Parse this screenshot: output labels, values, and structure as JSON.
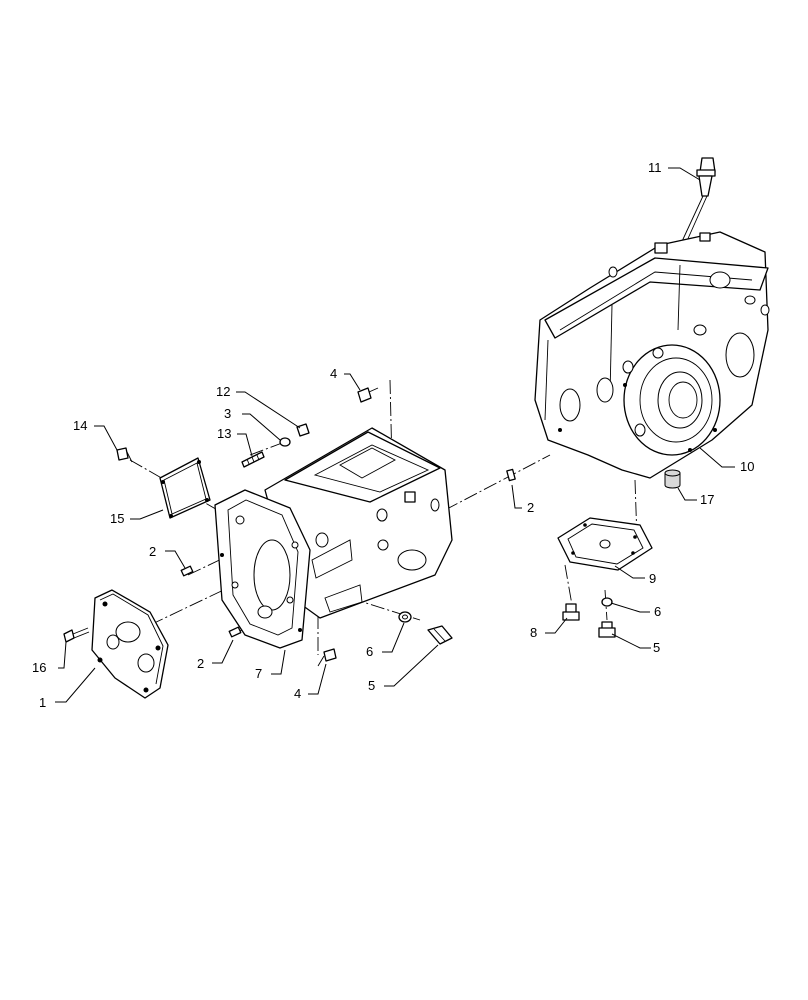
{
  "callouts": {
    "c1": "1",
    "c2a": "2",
    "c2b": "2",
    "c2c": "2",
    "c3": "3",
    "c4a": "4",
    "c4b": "4",
    "c5a": "5",
    "c5b": "5",
    "c6a": "6",
    "c6b": "6",
    "c7": "7",
    "c8": "8",
    "c9": "9",
    "c10": "10",
    "c11": "11",
    "c12": "12",
    "c13": "13",
    "c14": "14",
    "c15": "15",
    "c16": "16",
    "c17": "17"
  },
  "parts": [
    {
      "id": "1",
      "name": "front cover plate"
    },
    {
      "id": "2",
      "name": "dowel pin"
    },
    {
      "id": "3",
      "name": "washer"
    },
    {
      "id": "4",
      "name": "bolt"
    },
    {
      "id": "5",
      "name": "drain plug"
    },
    {
      "id": "6",
      "name": "sealing washer"
    },
    {
      "id": "7",
      "name": "transmission housing"
    },
    {
      "id": "8",
      "name": "bolt"
    },
    {
      "id": "9",
      "name": "cover plate"
    },
    {
      "id": "10",
      "name": "rear axle housing"
    },
    {
      "id": "11",
      "name": "dipstick"
    },
    {
      "id": "12",
      "name": "nut"
    },
    {
      "id": "13",
      "name": "stud"
    },
    {
      "id": "14",
      "name": "bolt"
    },
    {
      "id": "15",
      "name": "inspection cover"
    },
    {
      "id": "16",
      "name": "bolt"
    },
    {
      "id": "17",
      "name": "plug"
    }
  ]
}
